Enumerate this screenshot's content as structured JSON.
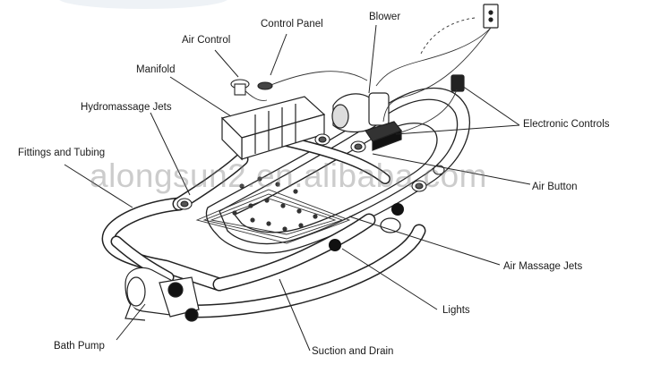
{
  "labels": {
    "control_panel": "Control Panel",
    "blower": "Blower",
    "air_control": "Air Control",
    "manifold": "Manifold",
    "hydromassage_jets": "Hydromassage Jets",
    "fittings_tubing": "Fittings and Tubing",
    "electronic_controls": "Electronic Controls",
    "air_button": "Air Button",
    "air_massage_jets": "Air Massage  Jets",
    "lights": "Lights",
    "bath_pump": "Bath Pump",
    "suction_drain": "Suction and Drain"
  },
  "watermark": "alongsun2.en.alibaba.com",
  "colors": {
    "line": "#222222",
    "tube_fill": "#ffffff",
    "watermark": "#8a8a8a"
  }
}
